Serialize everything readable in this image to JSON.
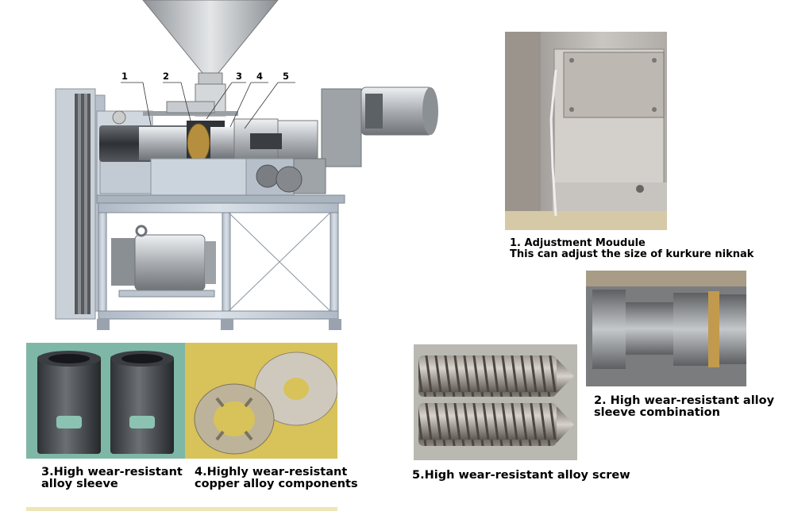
{
  "callouts": [
    "1",
    "2",
    "3",
    "4",
    "5"
  ],
  "captions": {
    "adjust_title": "1.  Adjustment Moudule",
    "adjust_desc": "This can adjust the size of kurkure niknak",
    "sleeve_combo": "2. High wear-resistant alloy\nsleeve combination",
    "alloy_sleeve": "3.High wear-resistant\nalloy sleeve",
    "copper": "4.Highly wear-resistant\ncopper alloy components",
    "screw": "5.High wear-resistant alloy screw"
  },
  "colors": {
    "machine_blue": "#c9d2de",
    "steel": "#b8bcc0",
    "teal_bg": "#7fb7a6",
    "gold_bg": "#d8c25a",
    "gray_bg": "#b9b9b2"
  }
}
